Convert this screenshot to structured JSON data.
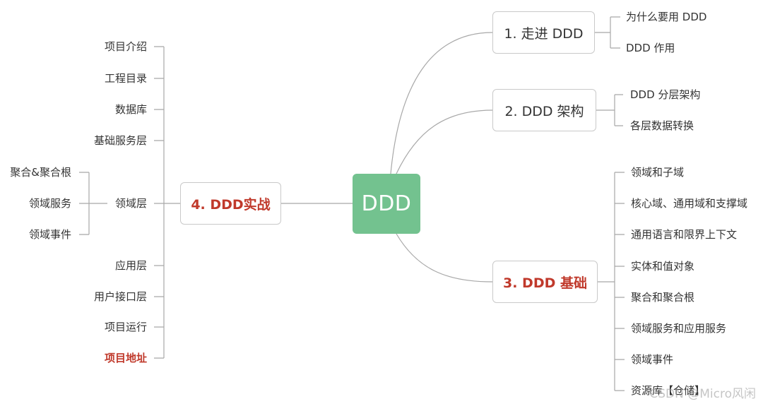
{
  "center": {
    "label": "DDD"
  },
  "branches": {
    "b1": {
      "label": "1. 走进 DDD",
      "children": [
        "为什么要用 DDD",
        "DDD 作用"
      ]
    },
    "b2": {
      "label": "2. DDD 架构",
      "children": [
        "DDD 分层架构",
        "各层数据转换"
      ]
    },
    "b3": {
      "label": "3. DDD 基础",
      "children": [
        "领域和子域",
        "核心域、通用域和支撑域",
        "通用语言和限界上下文",
        "实体和值对象",
        "聚合和聚合根",
        "领域服务和应用服务",
        "领域事件",
        "资源库【仓储】"
      ]
    },
    "b4": {
      "label": "4. DDD实战",
      "children": [
        "项目介绍",
        "工程目录",
        "数据库",
        "基础服务层",
        "领域层",
        "应用层",
        "用户接口层",
        "项目运行",
        "项目地址"
      ],
      "domain_layer_children": [
        "聚合&聚合根",
        "领域服务",
        "领域事件"
      ]
    }
  },
  "watermark": "CSDN @Micro风闲",
  "colors": {
    "center_fill": "#73c28f",
    "emphasis": "#c0392b",
    "line": "#a8a8a8"
  }
}
